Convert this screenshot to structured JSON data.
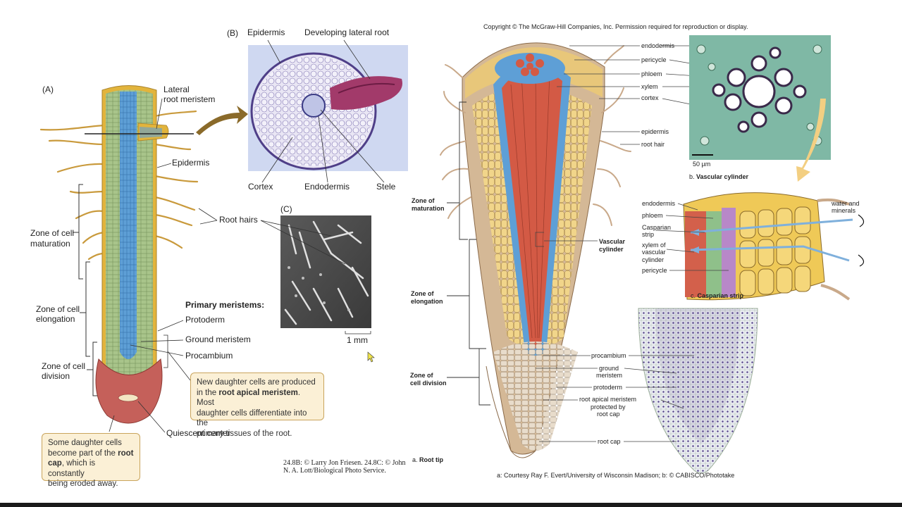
{
  "left": {
    "label_a": "(A)",
    "label_b": "(B)",
    "label_c": "(C)",
    "lateral_root_meristem": [
      "Lateral",
      "root meristem"
    ],
    "epidermis": "Epidermis",
    "root_hairs": "Root hairs",
    "zone_maturation": [
      "Zone of cell",
      "maturation"
    ],
    "zone_elongation": [
      "Zone of cell",
      "elongation"
    ],
    "zone_division": [
      "Zone of cell",
      "division"
    ],
    "primary_meristems_title": "Primary meristems:",
    "protoderm": "Protoderm",
    "ground_meristem": "Ground meristem",
    "procambium": "Procambium",
    "quiescent_center": "Quiescent center",
    "b_epidermis": "Epidermis",
    "b_developing_lateral_root": "Developing lateral root",
    "b_cortex": "Cortex",
    "b_endodermis": "Endodermis",
    "b_stele": "Stele",
    "scale_c": "1 mm",
    "callout_apical_1": "New daughter cells are produced",
    "callout_apical_2a": "in the ",
    "callout_apical_2b": "root apical meristem",
    "callout_apical_2c": ". Most",
    "callout_apical_3": "daughter cells differentiate into the",
    "callout_apical_4": "primary tissues of the root.",
    "callout_cap_1": "Some daughter cells",
    "callout_cap_2a": "become part of the ",
    "callout_cap_2b": "root",
    "callout_cap_3a": "cap",
    "callout_cap_3b": ", which is constantly",
    "callout_cap_4": "being eroded away.",
    "credit_1": "24.8B: © Larry Jon Friesen. 24.8C: © John",
    "credit_2": "N. A. Lott/Biological Photo Service."
  },
  "right": {
    "copyright": "Copyright © The McGraw-Hill Companies, Inc. Permission required for reproduction or display.",
    "endodermis": "endodermis",
    "pericycle": "pericycle",
    "phloem": "phloem",
    "xylem": "xylem",
    "cortex": "cortex",
    "epidermis": "epidermis",
    "root_hair": "root hair",
    "scale_b": "50 µm",
    "caption_b_prefix": "b. ",
    "caption_b": "Vascular cylinder",
    "zone_maturation": [
      "Zone of",
      "maturation"
    ],
    "zone_elongation": [
      "Zone of",
      "elongation"
    ],
    "zone_division": [
      "Zone of",
      "cell division"
    ],
    "vascular_cylinder": [
      "Vascular",
      "cylinder"
    ],
    "c_endodermis": "endodermis",
    "c_phloem": "phloem",
    "c_casparian": [
      "Casparian",
      "strip"
    ],
    "c_xylem": [
      "xylem of",
      "vascular",
      "cylinder"
    ],
    "c_pericycle": "pericycle",
    "water_minerals": [
      "water and",
      "minerals"
    ],
    "caption_c_prefix": "c. ",
    "caption_c": "Casparian strip",
    "procambium": "procambium",
    "ground_meristem": [
      "ground",
      "meristem"
    ],
    "protoderm": "protoderm",
    "root_apical_meristem": [
      "root apical meristem",
      "protected by",
      "root cap"
    ],
    "root_cap": "root cap",
    "caption_a_prefix": "a. ",
    "caption_a": "Root tip",
    "credits": "a: Courtesy Ray F. Evert/University of Wisconsin Madison; b: © CABISCO/Phototake"
  },
  "colors": {
    "epidermis_yellow": "#e2b43c",
    "ground_green": "#a8c48a",
    "stele_blue": "#5e9fd6",
    "cap_red": "#c5605a",
    "callout_fill": "#fbf0d6",
    "xylem_red": "#d35a45"
  }
}
